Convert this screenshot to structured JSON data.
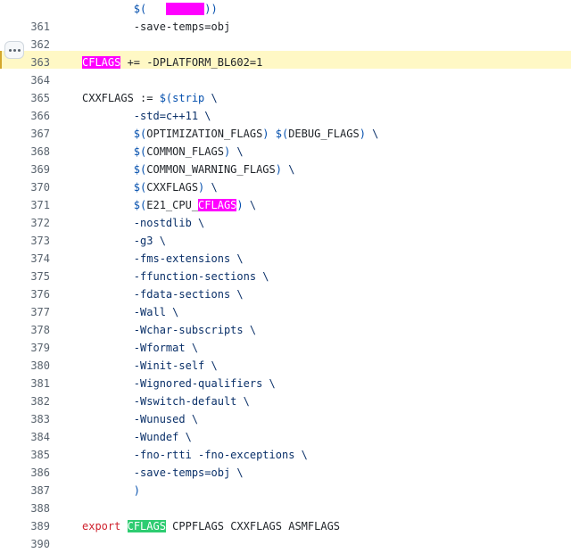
{
  "highlight_line": 363,
  "lines": [
    {
      "n": "",
      "tokens": [
        {
          "t": "        $(",
          "c": "fn"
        },
        {
          "t": "   ",
          "c": ""
        },
        {
          "t": "      ",
          "c": "mark-magenta"
        },
        {
          "t": "))",
          "c": "fn"
        }
      ]
    },
    {
      "n": "361",
      "tokens": [
        {
          "t": "        -save-temps=obj",
          "c": ""
        }
      ]
    },
    {
      "n": "362",
      "tokens": []
    },
    {
      "n": "363",
      "tokens": [
        {
          "t": "CFLAGS",
          "c": "mark-magenta"
        },
        {
          "t": " += -DPLATFORM_BL602=1",
          "c": ""
        }
      ]
    },
    {
      "n": "364",
      "tokens": []
    },
    {
      "n": "365",
      "tokens": [
        {
          "t": "CXXFLAGS := ",
          "c": ""
        },
        {
          "t": "$(strip",
          "c": "fn"
        },
        {
          "t": " \\",
          "c": "bs"
        }
      ]
    },
    {
      "n": "366",
      "tokens": [
        {
          "t": "        -std=c++11",
          "c": "arg"
        },
        {
          "t": " \\",
          "c": "bs"
        }
      ]
    },
    {
      "n": "367",
      "tokens": [
        {
          "t": "        ",
          "c": ""
        },
        {
          "t": "$(",
          "c": "fn"
        },
        {
          "t": "OPTIMIZATION_FLAGS",
          "c": ""
        },
        {
          "t": ") $(",
          "c": "fn"
        },
        {
          "t": "DEBUG_FLAGS",
          "c": ""
        },
        {
          "t": ")",
          "c": "fn"
        },
        {
          "t": " \\",
          "c": "bs"
        }
      ]
    },
    {
      "n": "368",
      "tokens": [
        {
          "t": "        ",
          "c": ""
        },
        {
          "t": "$(",
          "c": "fn"
        },
        {
          "t": "COMMON_FLAGS",
          "c": ""
        },
        {
          "t": ")",
          "c": "fn"
        },
        {
          "t": " \\",
          "c": "bs"
        }
      ]
    },
    {
      "n": "369",
      "tokens": [
        {
          "t": "        ",
          "c": ""
        },
        {
          "t": "$(",
          "c": "fn"
        },
        {
          "t": "COMMON_WARNING_FLAGS",
          "c": ""
        },
        {
          "t": ")",
          "c": "fn"
        },
        {
          "t": " \\",
          "c": "bs"
        }
      ]
    },
    {
      "n": "370",
      "tokens": [
        {
          "t": "        ",
          "c": ""
        },
        {
          "t": "$(",
          "c": "fn"
        },
        {
          "t": "CXXFLAGS",
          "c": ""
        },
        {
          "t": ")",
          "c": "fn"
        },
        {
          "t": " \\",
          "c": "bs"
        }
      ]
    },
    {
      "n": "371",
      "tokens": [
        {
          "t": "        ",
          "c": ""
        },
        {
          "t": "$(",
          "c": "fn"
        },
        {
          "t": "E21_CPU_",
          "c": ""
        },
        {
          "t": "CFLAGS",
          "c": "mark-magenta"
        },
        {
          "t": ")",
          "c": "fn"
        },
        {
          "t": " \\",
          "c": "bs"
        }
      ]
    },
    {
      "n": "372",
      "tokens": [
        {
          "t": "        -nostdlib",
          "c": "arg"
        },
        {
          "t": " \\",
          "c": "bs"
        }
      ]
    },
    {
      "n": "373",
      "tokens": [
        {
          "t": "        -g3",
          "c": "arg"
        },
        {
          "t": " \\",
          "c": "bs"
        }
      ]
    },
    {
      "n": "374",
      "tokens": [
        {
          "t": "        -fms-extensions",
          "c": "arg"
        },
        {
          "t": " \\",
          "c": "bs"
        }
      ]
    },
    {
      "n": "375",
      "tokens": [
        {
          "t": "        -ffunction-sections",
          "c": "arg"
        },
        {
          "t": " \\",
          "c": "bs"
        }
      ]
    },
    {
      "n": "376",
      "tokens": [
        {
          "t": "        -fdata-sections",
          "c": "arg"
        },
        {
          "t": " \\",
          "c": "bs"
        }
      ]
    },
    {
      "n": "377",
      "tokens": [
        {
          "t": "        -Wall",
          "c": "arg"
        },
        {
          "t": " \\",
          "c": "bs"
        }
      ]
    },
    {
      "n": "378",
      "tokens": [
        {
          "t": "        -Wchar-subscripts",
          "c": "arg"
        },
        {
          "t": " \\",
          "c": "bs"
        }
      ]
    },
    {
      "n": "379",
      "tokens": [
        {
          "t": "        -Wformat",
          "c": "arg"
        },
        {
          "t": " \\",
          "c": "bs"
        }
      ]
    },
    {
      "n": "380",
      "tokens": [
        {
          "t": "        -Winit-self",
          "c": "arg"
        },
        {
          "t": " \\",
          "c": "bs"
        }
      ]
    },
    {
      "n": "381",
      "tokens": [
        {
          "t": "        -Wignored-qualifiers",
          "c": "arg"
        },
        {
          "t": " \\",
          "c": "bs"
        }
      ]
    },
    {
      "n": "382",
      "tokens": [
        {
          "t": "        -Wswitch-default",
          "c": "arg"
        },
        {
          "t": " \\",
          "c": "bs"
        }
      ]
    },
    {
      "n": "383",
      "tokens": [
        {
          "t": "        -Wunused",
          "c": "arg"
        },
        {
          "t": " \\",
          "c": "bs"
        }
      ]
    },
    {
      "n": "384",
      "tokens": [
        {
          "t": "        -Wundef",
          "c": "arg"
        },
        {
          "t": " \\",
          "c": "bs"
        }
      ]
    },
    {
      "n": "385",
      "tokens": [
        {
          "t": "        -fno-rtti -fno-exceptions",
          "c": "arg"
        },
        {
          "t": " \\",
          "c": "bs"
        }
      ]
    },
    {
      "n": "386",
      "tokens": [
        {
          "t": "        -save-temps=obj",
          "c": "arg"
        },
        {
          "t": " \\",
          "c": "bs"
        }
      ]
    },
    {
      "n": "387",
      "tokens": [
        {
          "t": "        )",
          "c": "fn"
        }
      ]
    },
    {
      "n": "388",
      "tokens": []
    },
    {
      "n": "389",
      "tokens": [
        {
          "t": "export",
          "c": "kw"
        },
        {
          "t": " ",
          "c": ""
        },
        {
          "t": "CFLAGS",
          "c": "mark-green"
        },
        {
          "t": " CPPFLAGS CXXFLAGS ASMFLAGS",
          "c": ""
        }
      ]
    },
    {
      "n": "390",
      "tokens": []
    }
  ],
  "more_button": {
    "icon": "kebab-horizontal-icon"
  }
}
